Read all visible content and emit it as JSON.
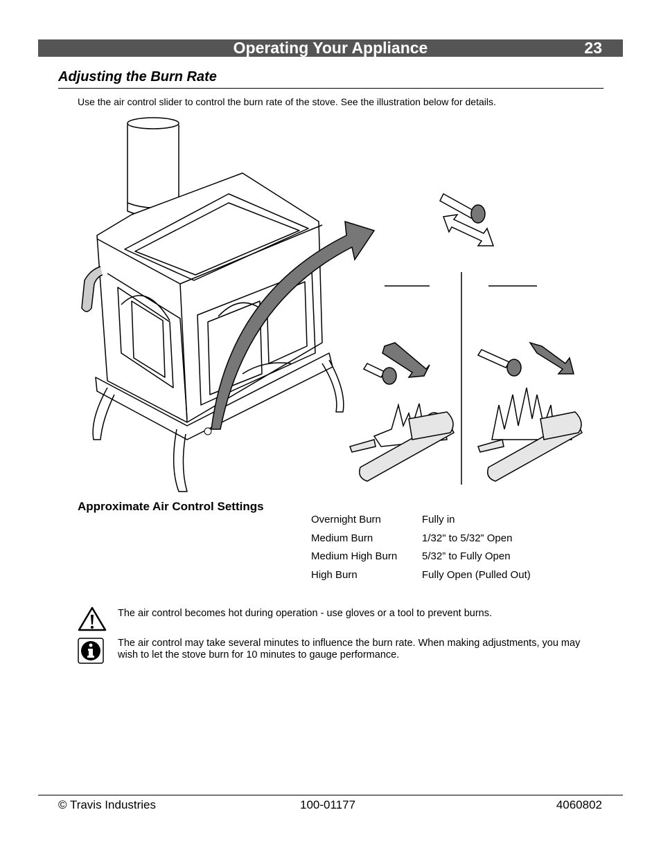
{
  "header": {
    "title": "Operating Your Appliance",
    "page_number": "23"
  },
  "section": {
    "title": "Adjusting the Burn Rate",
    "intro": "Use the air control slider to control the burn rate of the stove.  See the illustration below for details."
  },
  "illustration": {
    "icons": [
      "stove-drawing",
      "air-control-knob",
      "push-pull-arrow",
      "fire-logs"
    ],
    "colors": {
      "arrow_fill": "#777777",
      "log_fill": "#e6e6e6"
    }
  },
  "settings": {
    "heading": "Approximate Air Control Settings",
    "rows": [
      {
        "label": "Overnight Burn",
        "value": "Fully in"
      },
      {
        "label": "Medium Burn",
        "value": "1/32\" to 5/32” Open"
      },
      {
        "label": "Medium High Burn",
        "value": "5/32” to Fully Open"
      },
      {
        "label": "High Burn",
        "value": "Fully Open (Pulled Out)"
      }
    ]
  },
  "notes": {
    "warning": "The air control becomes hot during operation - use gloves or a tool to prevent burns.",
    "info": "The air control may take several minutes to influence the burn rate.  When making adjustments, you may wish to let the stove burn for 10 minutes to gauge performance."
  },
  "footer": {
    "left": "© Travis Industries",
    "center": "100-01177",
    "right": "4060802"
  }
}
